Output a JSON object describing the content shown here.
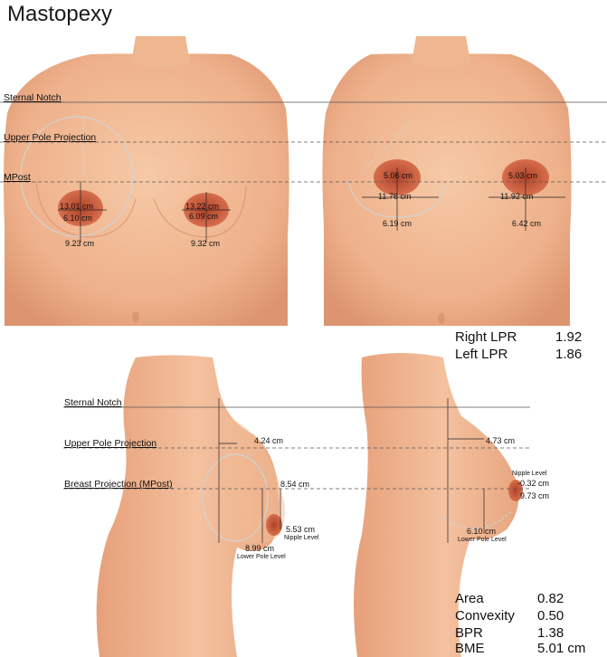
{
  "title": "Mastopexy",
  "front_labels": {
    "sternal_notch": "Sternal Notch",
    "upper_pole": "Upper Pole Projection",
    "mpost": "MPost"
  },
  "side_labels": {
    "sternal_notch": "Sternal Notch",
    "upper_pole": "Upper Pole Projection",
    "breast_projection": "Breast Projection (MPost)"
  },
  "front_left": {
    "m1": "13.01 cm",
    "m2": "6.10 cm",
    "m3": "9.23 cm",
    "m4": "13.22 cm",
    "m5": "6.09 cm",
    "m6": "9.32 cm"
  },
  "front_right": {
    "m1": "5.06 cm",
    "m2": "11.76 cm",
    "m3": "6.19 cm",
    "m4": "5.03 cm",
    "m5": "11.92 cm",
    "m6": "6.42 cm"
  },
  "lpr": [
    {
      "label": "Right LPR",
      "value": "1.92"
    },
    {
      "label": "Left LPR",
      "value": "1.86"
    }
  ],
  "side_left": {
    "upper": "4.24 cm",
    "proj": "8.54 cm",
    "nipple_val": "5.53 cm",
    "nipple_lbl": "Nipple Level",
    "lower_val": "8.99 cm",
    "lower_lbl": "Lower Pole Level"
  },
  "side_right": {
    "upper": "4.73 cm",
    "nipple_lbl": "Nipple Level",
    "nipple_val": "-0.32 cm",
    "proj": "9.73 cm",
    "lower_val": "6.10 cm",
    "lower_lbl": "Lower Pole Level"
  },
  "stats": [
    {
      "label": "Area",
      "value": "0.82"
    },
    {
      "label": "Convexity",
      "value": "0.50"
    },
    {
      "label": "BPR",
      "value": "1.38"
    },
    {
      "label": "BME",
      "value": "5.01 cm"
    }
  ],
  "colors": {
    "skin": "#f2bd98",
    "skin_shadow": "#dc9570",
    "areola": "#c95a3a",
    "areola_inner": "#b0432a"
  }
}
